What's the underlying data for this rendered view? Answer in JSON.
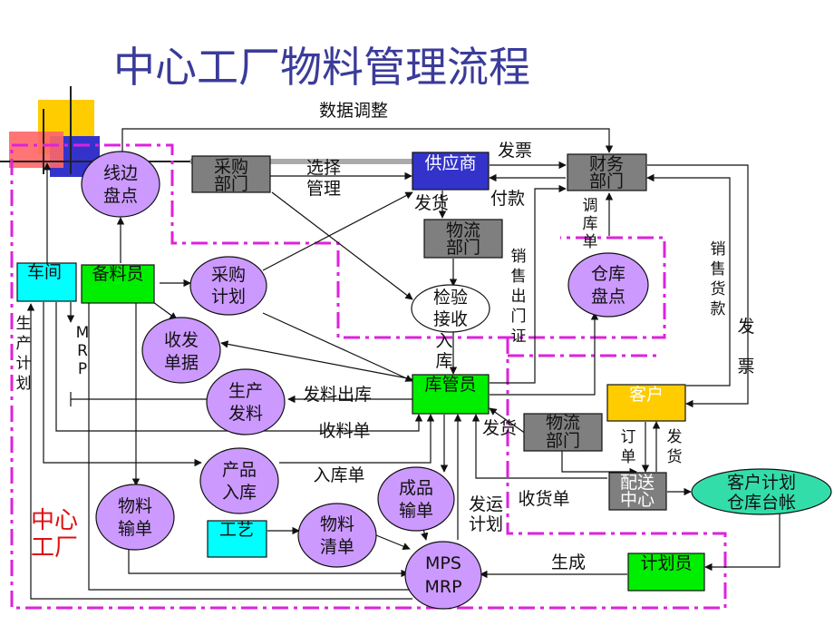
{
  "title": "中心工厂物料管理流程",
  "nodes": {
    "xianbian": [
      "线边",
      "盘点"
    ],
    "caigou_bumen": [
      "采购",
      "部门"
    ],
    "gongyingshang": [
      "供应商"
    ],
    "caiwu_bumen": [
      "财务",
      "部门"
    ],
    "wuliu_bumen_top": [
      "物流",
      "部门"
    ],
    "chejian": [
      "车间"
    ],
    "beiliaoyuan": [
      "备料员"
    ],
    "caigou_jihua": [
      "采购",
      "计划"
    ],
    "jianyan": [
      "检验",
      "接收"
    ],
    "cangku_pandian": [
      "仓库",
      "盘点"
    ],
    "shoufa_danju": [
      "收发",
      "单据"
    ],
    "shengchan_faliao": [
      "生产",
      "发料"
    ],
    "kuguanyuan": [
      "库管员"
    ],
    "kehu": [
      "客户"
    ],
    "wuliu_bumen_mid": [
      "物流",
      "部门"
    ],
    "chanpin_ruku": [
      "产品",
      "入库"
    ],
    "peisong": [
      "配送",
      "中心"
    ],
    "kehu_jihua": [
      "客户计划",
      "仓库台帐"
    ],
    "wuliao_shudan": [
      "物料",
      "输单"
    ],
    "chengpin_shudan": [
      "成品",
      "输单"
    ],
    "gongyi": [
      "工艺"
    ],
    "wuliao_qingdan": [
      "物料",
      "清单"
    ],
    "mps": [
      "MPS",
      "MRP"
    ],
    "jihuayuan": [
      "计划员"
    ]
  },
  "labels": {
    "shuju_tiaozheng": "数据调整",
    "xuanze_guanli": [
      "选择",
      "管理"
    ],
    "fapiao_top": "发票",
    "fahuo": "发货",
    "fukuan": "付款",
    "diaokudan": [
      "调",
      "库",
      "单"
    ],
    "xiaoshou_chumen": [
      "销",
      "售",
      "出",
      "门",
      "证"
    ],
    "xiaoshou_huokuan": [
      "销",
      "售",
      "货",
      "款"
    ],
    "fapiao_right": [
      "发",
      "票"
    ],
    "shengchan_jihua": [
      "生",
      "产",
      "计",
      "划"
    ],
    "mrp": [
      "M",
      "R",
      "P"
    ],
    "ruku_vert": [
      "入",
      "库"
    ],
    "faliao_chuku": "发料出库",
    "shouliaodan": "收料单",
    "fahuo_mid": "发货",
    "dingdan": [
      "订",
      "单"
    ],
    "fahuo_right": [
      "发",
      "货"
    ],
    "rukudan": "入库单",
    "fayun_jihua": [
      "发运",
      "计划"
    ],
    "shouhuodan": "收货单",
    "shengcheng": "生成",
    "zhongxin_gongchang": [
      "中心",
      "工厂"
    ]
  },
  "colors": {
    "title": "#3b3b9a",
    "ellipse": "#cc99ff",
    "gray_box": "#7f7f7f",
    "blue_box": "#3333cc",
    "green_box": "#00ee00",
    "cyan_box": "#00ffff",
    "yellow_box": "#ffcc00",
    "teal_ellipse": "#33ddaa",
    "dash_border": "#dd22dd",
    "factory_label": "#dd1111"
  }
}
